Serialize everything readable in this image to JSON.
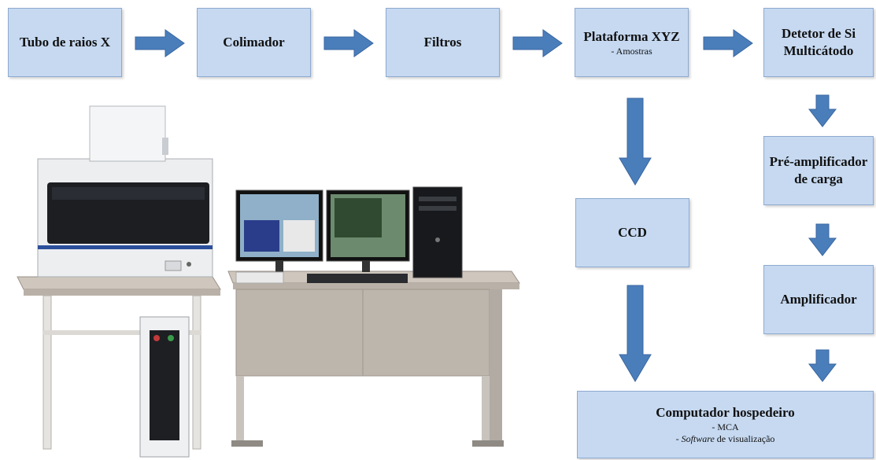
{
  "nodes": {
    "tube": {
      "title": "Tubo de raios X"
    },
    "collimator": {
      "title": "Colimador"
    },
    "filters": {
      "title": "Filtros"
    },
    "stage": {
      "title": "Plataforma XYZ",
      "sub": "- Amostras"
    },
    "detector": {
      "title_line1": "Detetor de Si",
      "title_line2": "Multicátodo"
    },
    "ccd": {
      "title": "CCD"
    },
    "preamp": {
      "title_line1": "Pré-amplificador",
      "title_line2": "de carga"
    },
    "amp": {
      "title": "Amplificador"
    },
    "host": {
      "title": "Computador hospedeiro",
      "sub1": "- MCA",
      "sub2_prefix": "- ",
      "sub2_italic": "Software",
      "sub2_rest": " de visualização"
    }
  },
  "colors": {
    "box_fill": "#c6d9f1",
    "box_border": "#8eaad0",
    "arrow": "#4a7ebb"
  }
}
